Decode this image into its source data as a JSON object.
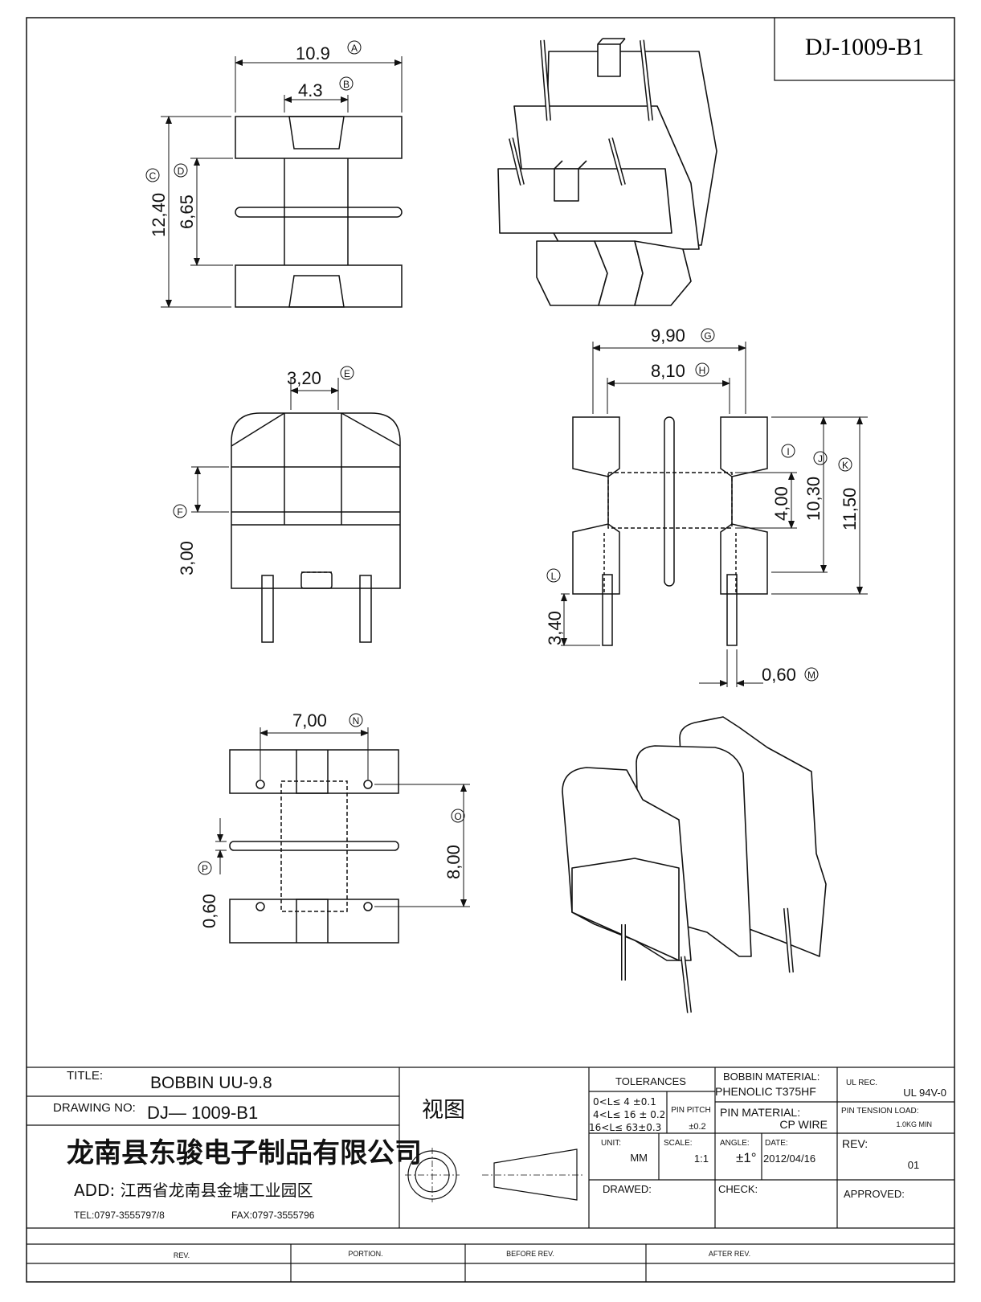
{
  "drawing_code": "DJ-1009-B1",
  "dimensions": {
    "a": {
      "value": "10.9",
      "ref": "A"
    },
    "b": {
      "value": "4.3",
      "ref": "B"
    },
    "c": {
      "value": "12,40",
      "ref": "C"
    },
    "d": {
      "value": "6,65",
      "ref": "D"
    },
    "e": {
      "value": "3,20",
      "ref": "E"
    },
    "f": {
      "value": "3,00",
      "ref": "F"
    },
    "g": {
      "value": "9,90",
      "ref": "G"
    },
    "h": {
      "value": "8,10",
      "ref": "H"
    },
    "i": {
      "value": "4,00",
      "ref": "I"
    },
    "j": {
      "value": "10,30",
      "ref": "J"
    },
    "k": {
      "value": "11,50",
      "ref": "K"
    },
    "l": {
      "value": "3,40",
      "ref": "L"
    },
    "m": {
      "value": "0,60",
      "ref": "M"
    },
    "n": {
      "value": "7,00",
      "ref": "N"
    },
    "o": {
      "value": "8,00",
      "ref": "O"
    },
    "p": {
      "value": "0,60",
      "ref": "P"
    }
  },
  "title_block": {
    "title_label": "TITLE:",
    "title_value": "BOBBIN UU-9.8",
    "drawing_no_label": "DRAWING NO:",
    "drawing_no_value": "DJ— 1009-B1",
    "view_label": "视图",
    "company": "龙南县东骏电子制品有限公司",
    "address": "ADD: 江西省龙南县金塘工业园区",
    "tel": "TEL:0797-3555797/8",
    "fax": "FAX:0797-3555796",
    "tolerances_label": "TOLERANCES",
    "tol_1": "0<L≤ 4  ±0.1",
    "tol_2": "4<L≤ 16 ± 0.2",
    "tol_3": "16<L≤ 63±0.3",
    "pin_pitch_label": "PIN PITCH",
    "pin_pitch_value": "±0.2",
    "bobbin_material_label": "BOBBIN MATERIAL:",
    "bobbin_material_value": "PHENOLIC  T375HF",
    "pin_material_label": "PIN MATERIAL:",
    "pin_material_value": "CP WIRE",
    "ul_rec_label": "UL REC.",
    "ul_rec_value": "UL  94V-0",
    "pin_tension_label": "PIN TENSION LOAD:",
    "pin_tension_value": "1.0KG MIN",
    "unit_label": "UNIT:",
    "unit_value": "MM",
    "scale_label": "SCALE:",
    "scale_value": "1:1",
    "angle_label": "ANGLE:",
    "angle_value": "±1°",
    "date_label": "DATE:",
    "date_value": "2012/04/16",
    "rev_label": "REV:",
    "rev_value": "01",
    "drawed_label": "DRAWED:",
    "check_label": "CHECK:",
    "approved_label": "APPROVED:"
  },
  "revision_table": {
    "rev": "REV.",
    "portion": "PORTION.",
    "before_rev": "BEFORE REV.",
    "after_rev": "AFTER REV."
  }
}
